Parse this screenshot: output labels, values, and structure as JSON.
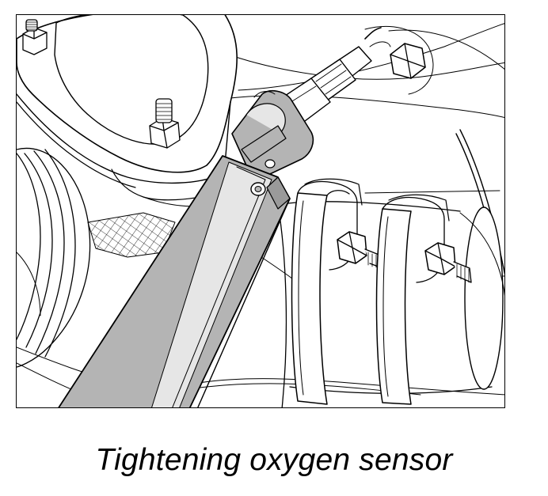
{
  "figure": {
    "caption": "Tightening oxygen sensor",
    "colors": {
      "line": "#000000",
      "tool_fill": "#b4b4b4",
      "tool_highlight": "#e6e6e6",
      "background": "#ffffff"
    },
    "depicted_parts": [
      "socket-wrench",
      "oxygen-sensor",
      "exhaust-manifold-flange",
      "flange-studs",
      "exhaust-pipe",
      "pipe-clamps",
      "clamp-bolts"
    ]
  }
}
